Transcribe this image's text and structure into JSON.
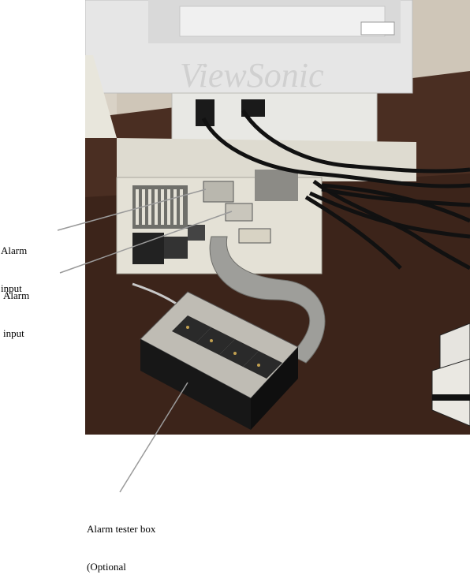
{
  "photo": {
    "subject": "computer unit with cables and alarm tester box",
    "monitor_brand_text": "ViewSonic"
  },
  "labels": {
    "alarm_input_1": {
      "line1": "Alarm",
      "line2": "input"
    },
    "alarm_input_2": {
      "line1": "Alarm",
      "line2": "input"
    },
    "tester_box": {
      "line1": "Alarm tester box",
      "line2": "(Optional"
    }
  },
  "colors": {
    "table_wood": "#4a2e22",
    "wall": "#cfc6b8",
    "chassis": "#e4e1d6",
    "leader_line": "#9a9a9a"
  }
}
